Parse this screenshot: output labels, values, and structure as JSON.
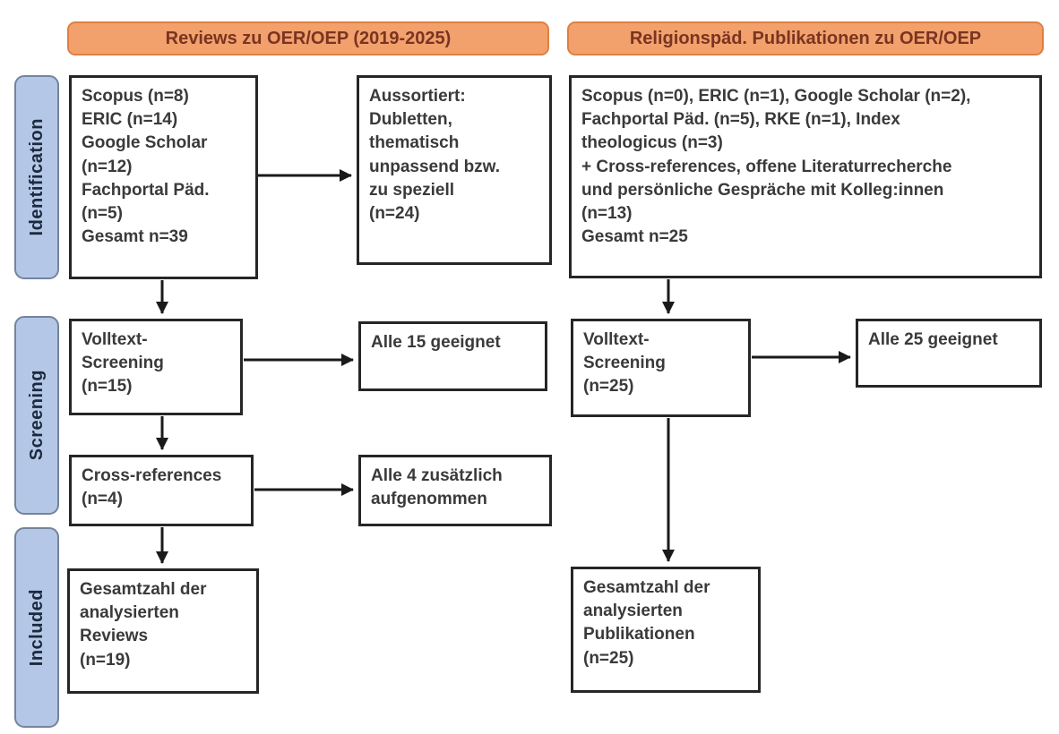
{
  "headers": {
    "left": "Reviews zu OER/OEP (2019-2025)",
    "right": "Religionspäd. Publikationen zu OER/OEP"
  },
  "sidebar": {
    "items": [
      {
        "label": "Identification"
      },
      {
        "label": "Screening"
      },
      {
        "label": "Included"
      }
    ]
  },
  "flow": {
    "left": {
      "identification": {
        "sources": "Scopus (n=8)\nERIC (n=14)\nGoogle Scholar\n(n=12)\nFachportal Päd.\n(n=5)\nGesamt n=39",
        "excluded": "Aussortiert:\nDubletten,\nthematisch\nunpassend bzw.\nzu speziell\n(n=24)"
      },
      "screening": {
        "fulltext": "Volltext-\nScreening\n(n=15)",
        "fulltext_result": "Alle 15 geeignet",
        "crossref": "Cross-references\n(n=4)",
        "crossref_result": "Alle 4 zusätzlich\naufgenommen"
      },
      "included": {
        "total": "Gesamtzahl der\nanalysierten\nReviews\n(n=19)"
      }
    },
    "right": {
      "identification": {
        "sources": "Scopus (n=0), ERIC (n=1), Google Scholar (n=2),\nFachportal Päd. (n=5), RKE (n=1), Index\ntheologicus (n=3)\n+ Cross-references, offene Literaturrecherche\nund persönliche Gespräche mit Kolleg:innen\n(n=13)\nGesamt n=25"
      },
      "screening": {
        "fulltext": "Volltext-\nScreening\n(n=25)",
        "fulltext_result": "Alle 25 geeignet"
      },
      "included": {
        "total": "Gesamtzahl der\nanalysierten\nPublikationen\n(n=25)"
      }
    }
  },
  "colors": {
    "header_fill": "#F2A16D",
    "header_border": "#DF8040",
    "header_text": "#7A3420",
    "sidebar_fill": "#B4C7E7",
    "sidebar_border": "#74849C",
    "sidebar_text": "#1C2A3E",
    "node_border": "#262626",
    "node_text": "#3A3A3A",
    "arrow": "#1A1A1A",
    "background": "#FFFFFF"
  }
}
